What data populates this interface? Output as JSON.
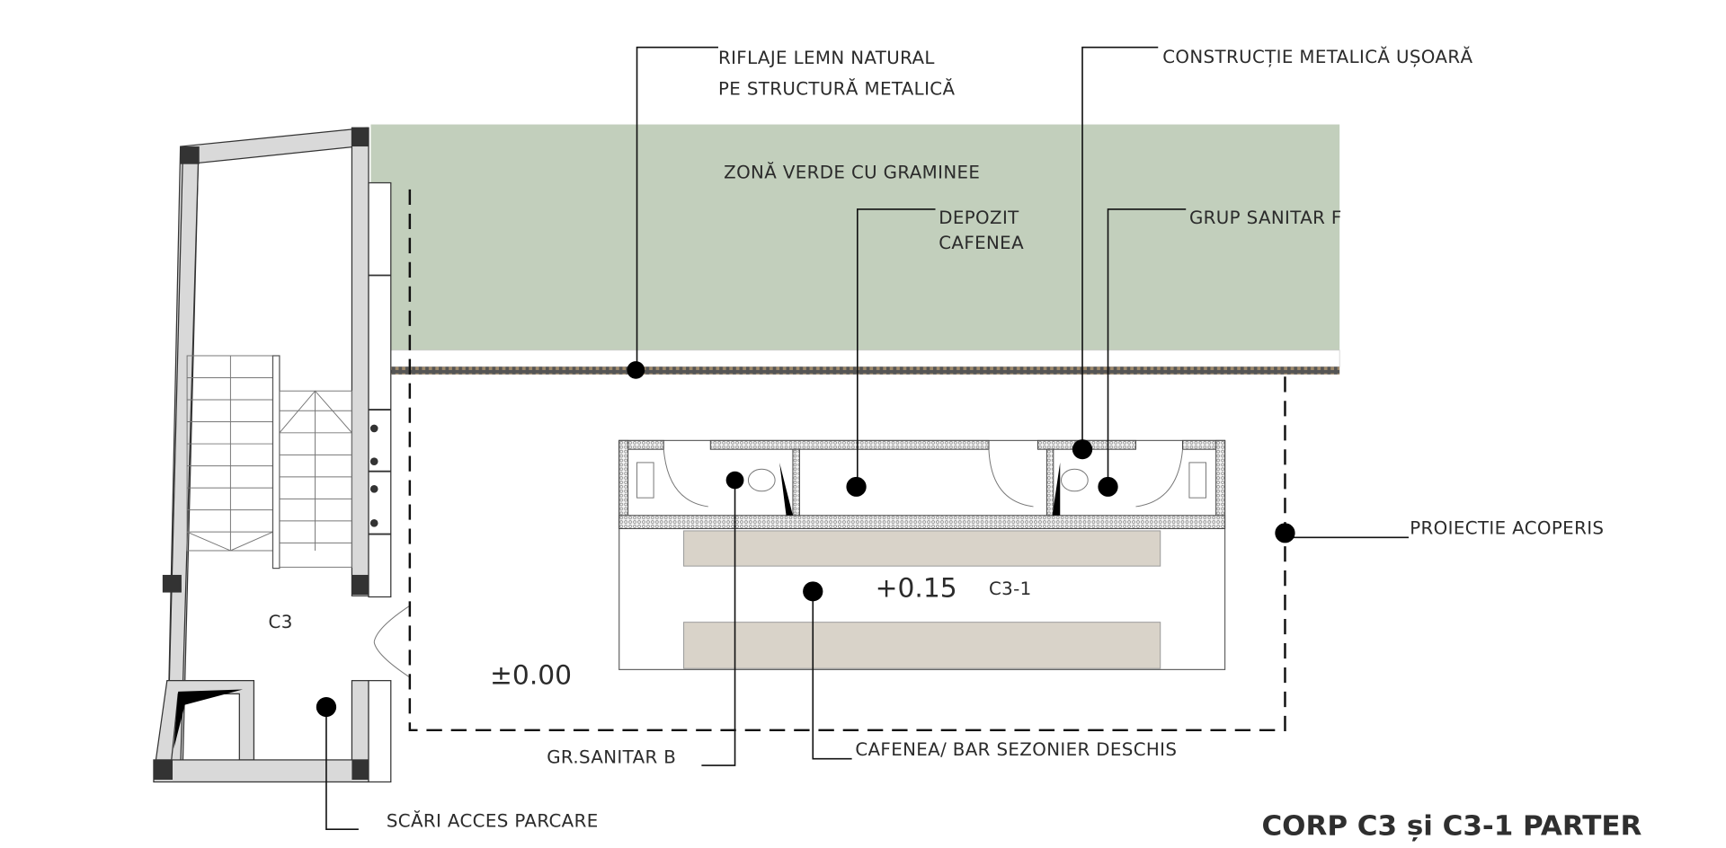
{
  "drawing": {
    "title": "CORP C3 și C3-1 PARTER",
    "colors": {
      "green_zone": "#c2cfbc",
      "counter": "#d9d3c9",
      "wall_fill": "#d9d9d9",
      "column": "#333333",
      "ink": "#111111"
    },
    "labels": {
      "riflaje_line1": "RIFLAJE LEMN NATURAL",
      "riflaje_line2": "PE STRUCTURĂ METALICĂ",
      "constructie": "CONSTRUCȚIE METALICĂ UȘOARĂ",
      "zona_verde": "ZONĂ VERDE CU GRAMINEE",
      "depozit_line1": "DEPOZIT",
      "depozit_line2": "CAFENEA",
      "grup_sanitar_f": "GRUP SANITAR F",
      "proiectie": "PROIECTIE ACOPERIS",
      "level_c31": "+0.15",
      "room_c31": "C3-1",
      "room_c3": "C3",
      "level_ground": "±0.00",
      "gr_sanitar_b": "GR.SANITAR B",
      "cafenea_bar": "CAFENEA/ BAR SEZONIER DESCHIS",
      "scari": "SCĂRI ACCES PARCARE"
    }
  }
}
